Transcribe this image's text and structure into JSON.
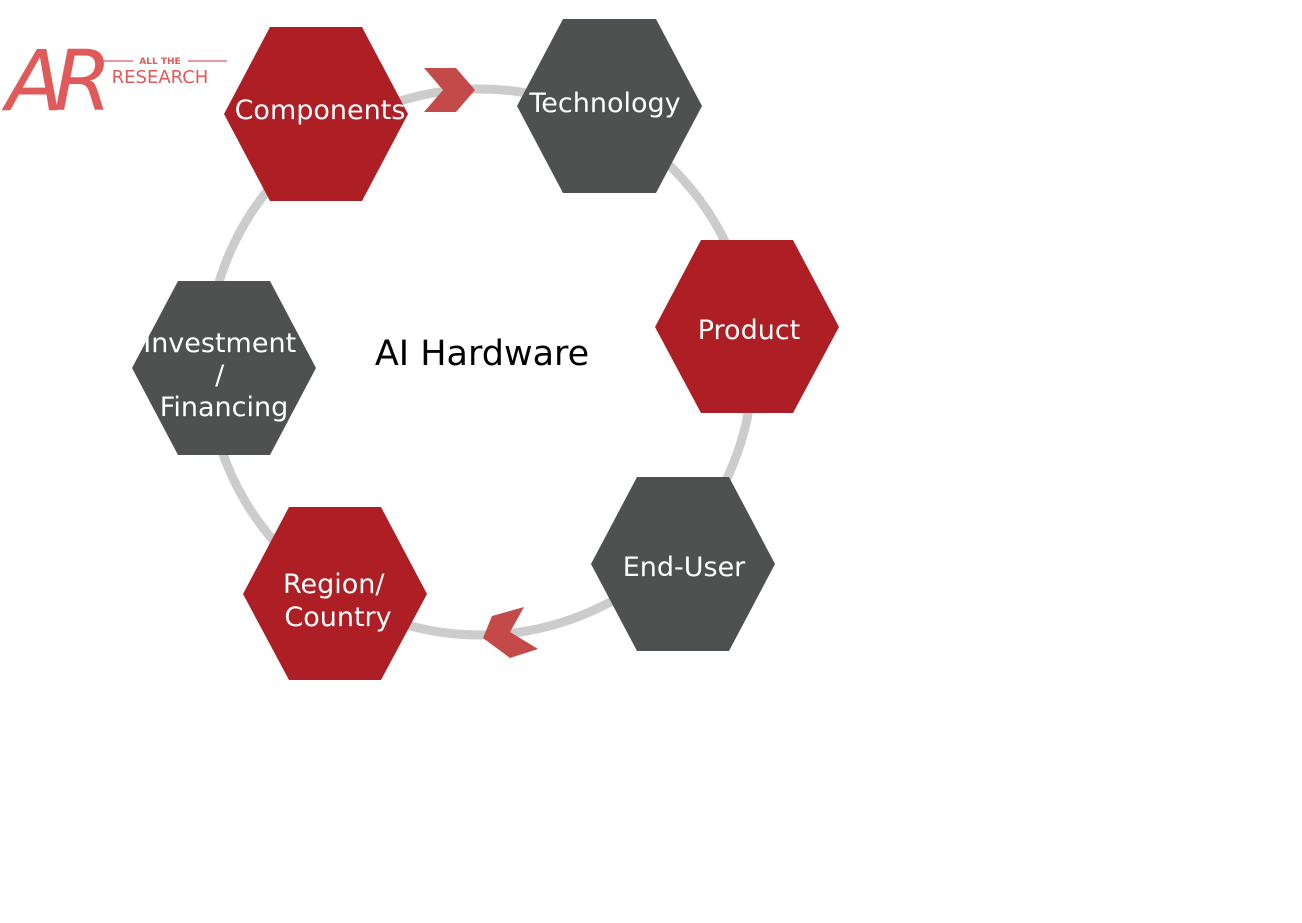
{
  "logo": {
    "mark": "AR",
    "top_text": "ALL THE",
    "bottom_text": "RESEARCH"
  },
  "diagram": {
    "center_title": "AI Hardware",
    "nodes": [
      {
        "id": "components",
        "lines": [
          "Components"
        ]
      },
      {
        "id": "technology",
        "lines": [
          "Technology"
        ]
      },
      {
        "id": "product",
        "lines": [
          "Product"
        ]
      },
      {
        "id": "end-user",
        "lines": [
          "End-User"
        ]
      },
      {
        "id": "region-country",
        "lines": [
          "Region/",
          "Country"
        ]
      },
      {
        "id": "investment-financing",
        "lines": [
          "Investment",
          "/",
          "Financing"
        ]
      }
    ]
  },
  "colors": {
    "red": "#ad1f24",
    "gray": "#4f5150",
    "ring": "#cccccc",
    "arrow": "#c44a4a",
    "logo": "#e05a5a"
  }
}
